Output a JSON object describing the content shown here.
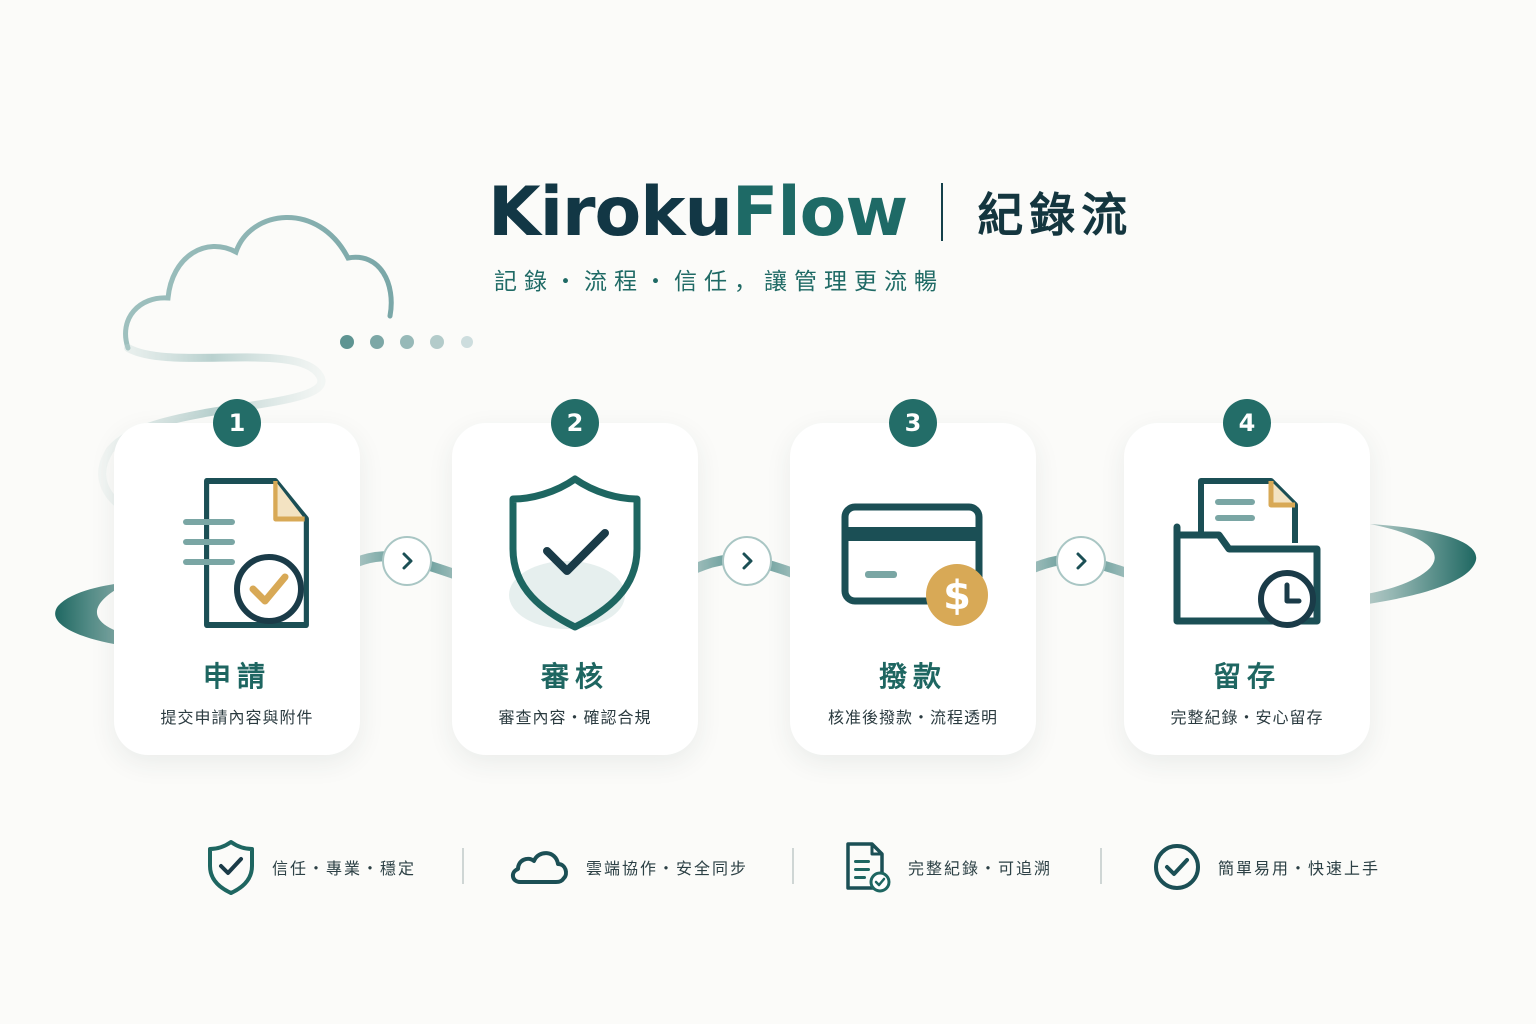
{
  "brand": {
    "name_part1": "Kiroku",
    "name_part2": "Flow",
    "name_cjk": "紀錄流",
    "tagline": "記錄・流程・信任，讓管理更流暢"
  },
  "colors": {
    "primary": "#236d68",
    "navy": "#123745",
    "gold": "#d8a956",
    "light_teal": "#a9c6c4"
  },
  "steps": [
    {
      "number": "1",
      "title": "申請",
      "desc": "提交申請內容與附件",
      "icon": "document-check-icon"
    },
    {
      "number": "2",
      "title": "審核",
      "desc": "審查內容・確認合規",
      "icon": "shield-check-icon"
    },
    {
      "number": "3",
      "title": "撥款",
      "desc": "核准後撥款・流程透明",
      "icon": "card-dollar-icon"
    },
    {
      "number": "4",
      "title": "留存",
      "desc": "完整紀錄・安心留存",
      "icon": "folder-clock-icon"
    }
  ],
  "features": [
    {
      "label": "信任・專業・穩定",
      "icon": "shield-check-icon"
    },
    {
      "label": "雲端協作・安全同步",
      "icon": "cloud-icon"
    },
    {
      "label": "完整紀錄・可追溯",
      "icon": "document-check-icon"
    },
    {
      "label": "簡單易用・快速上手",
      "icon": "check-circle-icon"
    }
  ]
}
